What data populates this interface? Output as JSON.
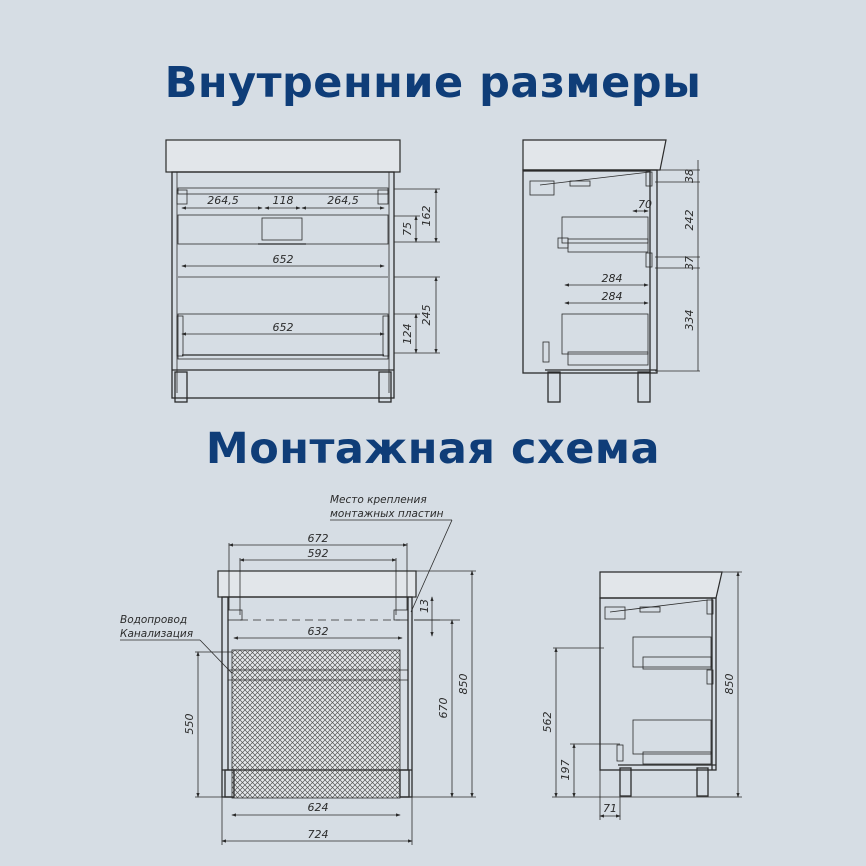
{
  "titles": {
    "inner": "Внутренние размеры",
    "mount": "Монтажная схема"
  },
  "colors": {
    "background": "#d6dde4",
    "title": "#0f3d78",
    "line": "#2b2b2b"
  },
  "inner_front": {
    "dims": {
      "w_left": "264,5",
      "w_mid": "118",
      "w_right": "264,5",
      "drawer1_width": "652",
      "drawer2_width": "652",
      "h_top_162": "162",
      "h_top_75": "75",
      "h_bottom_245": "245",
      "h_bottom_124": "124"
    }
  },
  "inner_side": {
    "dims": {
      "h_38": "38",
      "h_242": "242",
      "h_37": "37",
      "h_334": "334",
      "d_70": "70",
      "d_284a": "284",
      "d_284b": "284"
    }
  },
  "mount_front": {
    "labels": {
      "plates_line1": "Место крепления",
      "plates_line2": "монтажных пластин",
      "pipes_line1": "Водопровод",
      "pipes_line2": "Канализация"
    },
    "dims": {
      "w_672": "672",
      "w_592": "592",
      "w_632": "632",
      "w_624": "624",
      "w_724": "724",
      "h_13": "13",
      "h_550": "550",
      "h_670": "670",
      "h_850": "850"
    }
  },
  "mount_side": {
    "dims": {
      "h_850": "850",
      "h_562": "562",
      "h_197": "197",
      "d_71": "71"
    }
  }
}
